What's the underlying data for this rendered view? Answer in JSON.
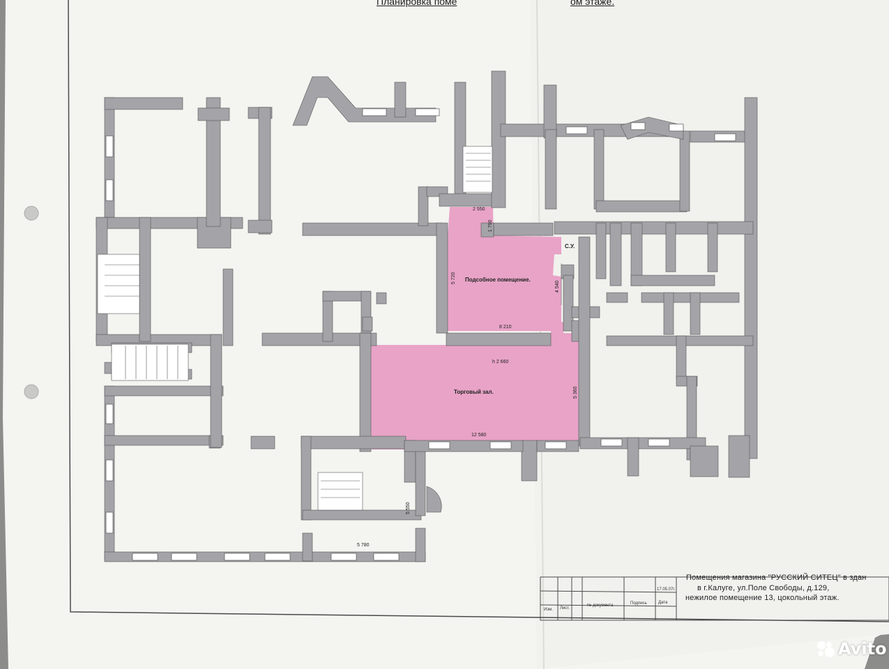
{
  "header": {
    "title_fragment_left": "Планировка поме",
    "title_fragment_right": "ом этаже."
  },
  "rooms": {
    "utility": {
      "label": "Подсобное помещение.",
      "color": "#e8a3c7"
    },
    "sales": {
      "label": "Торговый зал.",
      "color": "#e8a3c7"
    },
    "wc": {
      "label": "С.У."
    }
  },
  "dimensions": {
    "d2550": "2 550",
    "d1790": "1 790",
    "d5720": "5 720",
    "d4540": "4 540",
    "d8210": "8 210",
    "height": "h  2 660",
    "d5360": "5 360",
    "d12580": "12 580",
    "d5550": "5 550",
    "d5780": "5 780"
  },
  "title_block": {
    "line1": "Помещения  магазина \"РУССКИЙ СИТЕЦ\" в здан",
    "line2": "в г.Калуге,  ул.Поле Свободы,  д.129,",
    "line3": "нежилое помещение 13, цокольный этаж.",
    "date": "17.05.07г.",
    "cells": [
      "Изм.",
      "Лист.",
      "№ документа",
      "Подпись",
      "Дата"
    ]
  },
  "watermark": {
    "text": "Avito"
  },
  "colors": {
    "wall": "#a4a3a8",
    "paper": "#f4f4f1",
    "paper_shadow": "#e7e7e3",
    "frame": "#4a4a4a"
  }
}
